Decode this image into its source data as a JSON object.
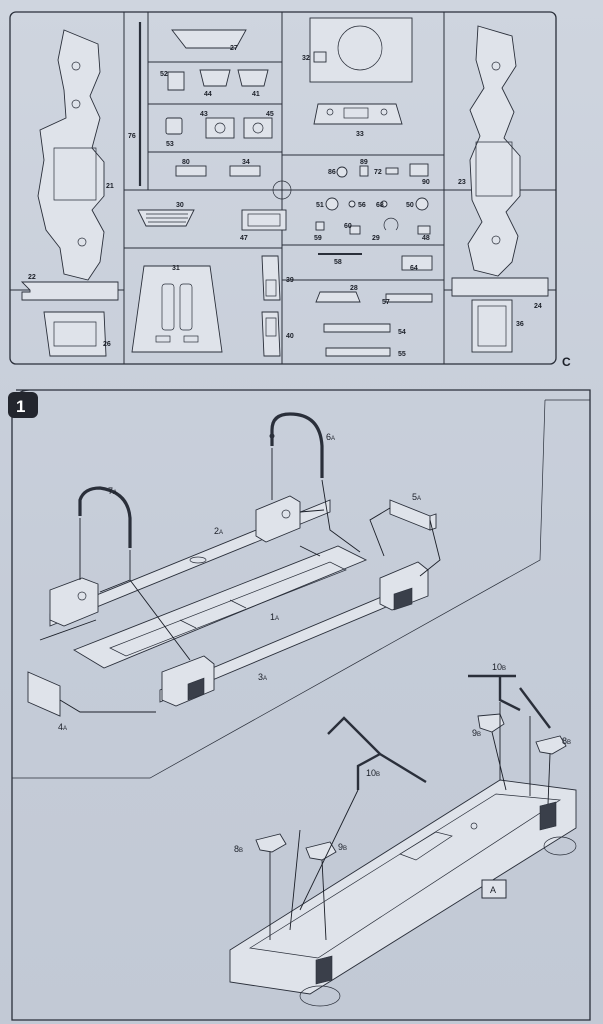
{
  "sprue": {
    "letter": "C",
    "parts": {
      "p21": "21",
      "p22": "22",
      "p23": "23",
      "p24": "24",
      "p26": "26",
      "p27": "27",
      "p28": "28",
      "p29": "29",
      "p30": "30",
      "p31": "31",
      "p32": "32",
      "p33": "33",
      "p34": "34",
      "p36": "36",
      "p39": "39",
      "p40": "40",
      "p41": "41",
      "p43": "43",
      "p44": "44",
      "p45": "45",
      "p47": "47",
      "p48": "48",
      "p50": "50",
      "p51": "51",
      "p52": "52",
      "p53": "53",
      "p54": "54",
      "p55": "55",
      "p56": "56",
      "p57": "57",
      "p58": "58",
      "p59": "59",
      "p60": "60",
      "p64": "64",
      "p68": "68",
      "p72": "72",
      "p76": "76",
      "p80": "80",
      "p86": "86",
      "p89": "89",
      "p90": "90"
    }
  },
  "step": {
    "number": "1",
    "top": {
      "p1": "1",
      "p1s": "A",
      "p2": "2",
      "p2s": "A",
      "p3": "3",
      "p3s": "A",
      "p4": "4",
      "p4s": "A",
      "p5": "5",
      "p5s": "A",
      "p6": "6",
      "p6s": "A",
      "p7": "7",
      "p7s": "A"
    },
    "bottom": {
      "p8a": "8",
      "p8as": "B",
      "p8b": "8",
      "p8bs": "B",
      "p9a": "9",
      "p9as": "B",
      "p9b": "9",
      "p9bs": "B",
      "p10a": "10",
      "p10as": "B",
      "p10b": "10",
      "p10bs": "B",
      "callout": "A"
    }
  },
  "colors": {
    "paper": "#c9d0dc",
    "ink": "#2a2f3a",
    "part_fill": "#dfe3ea"
  }
}
